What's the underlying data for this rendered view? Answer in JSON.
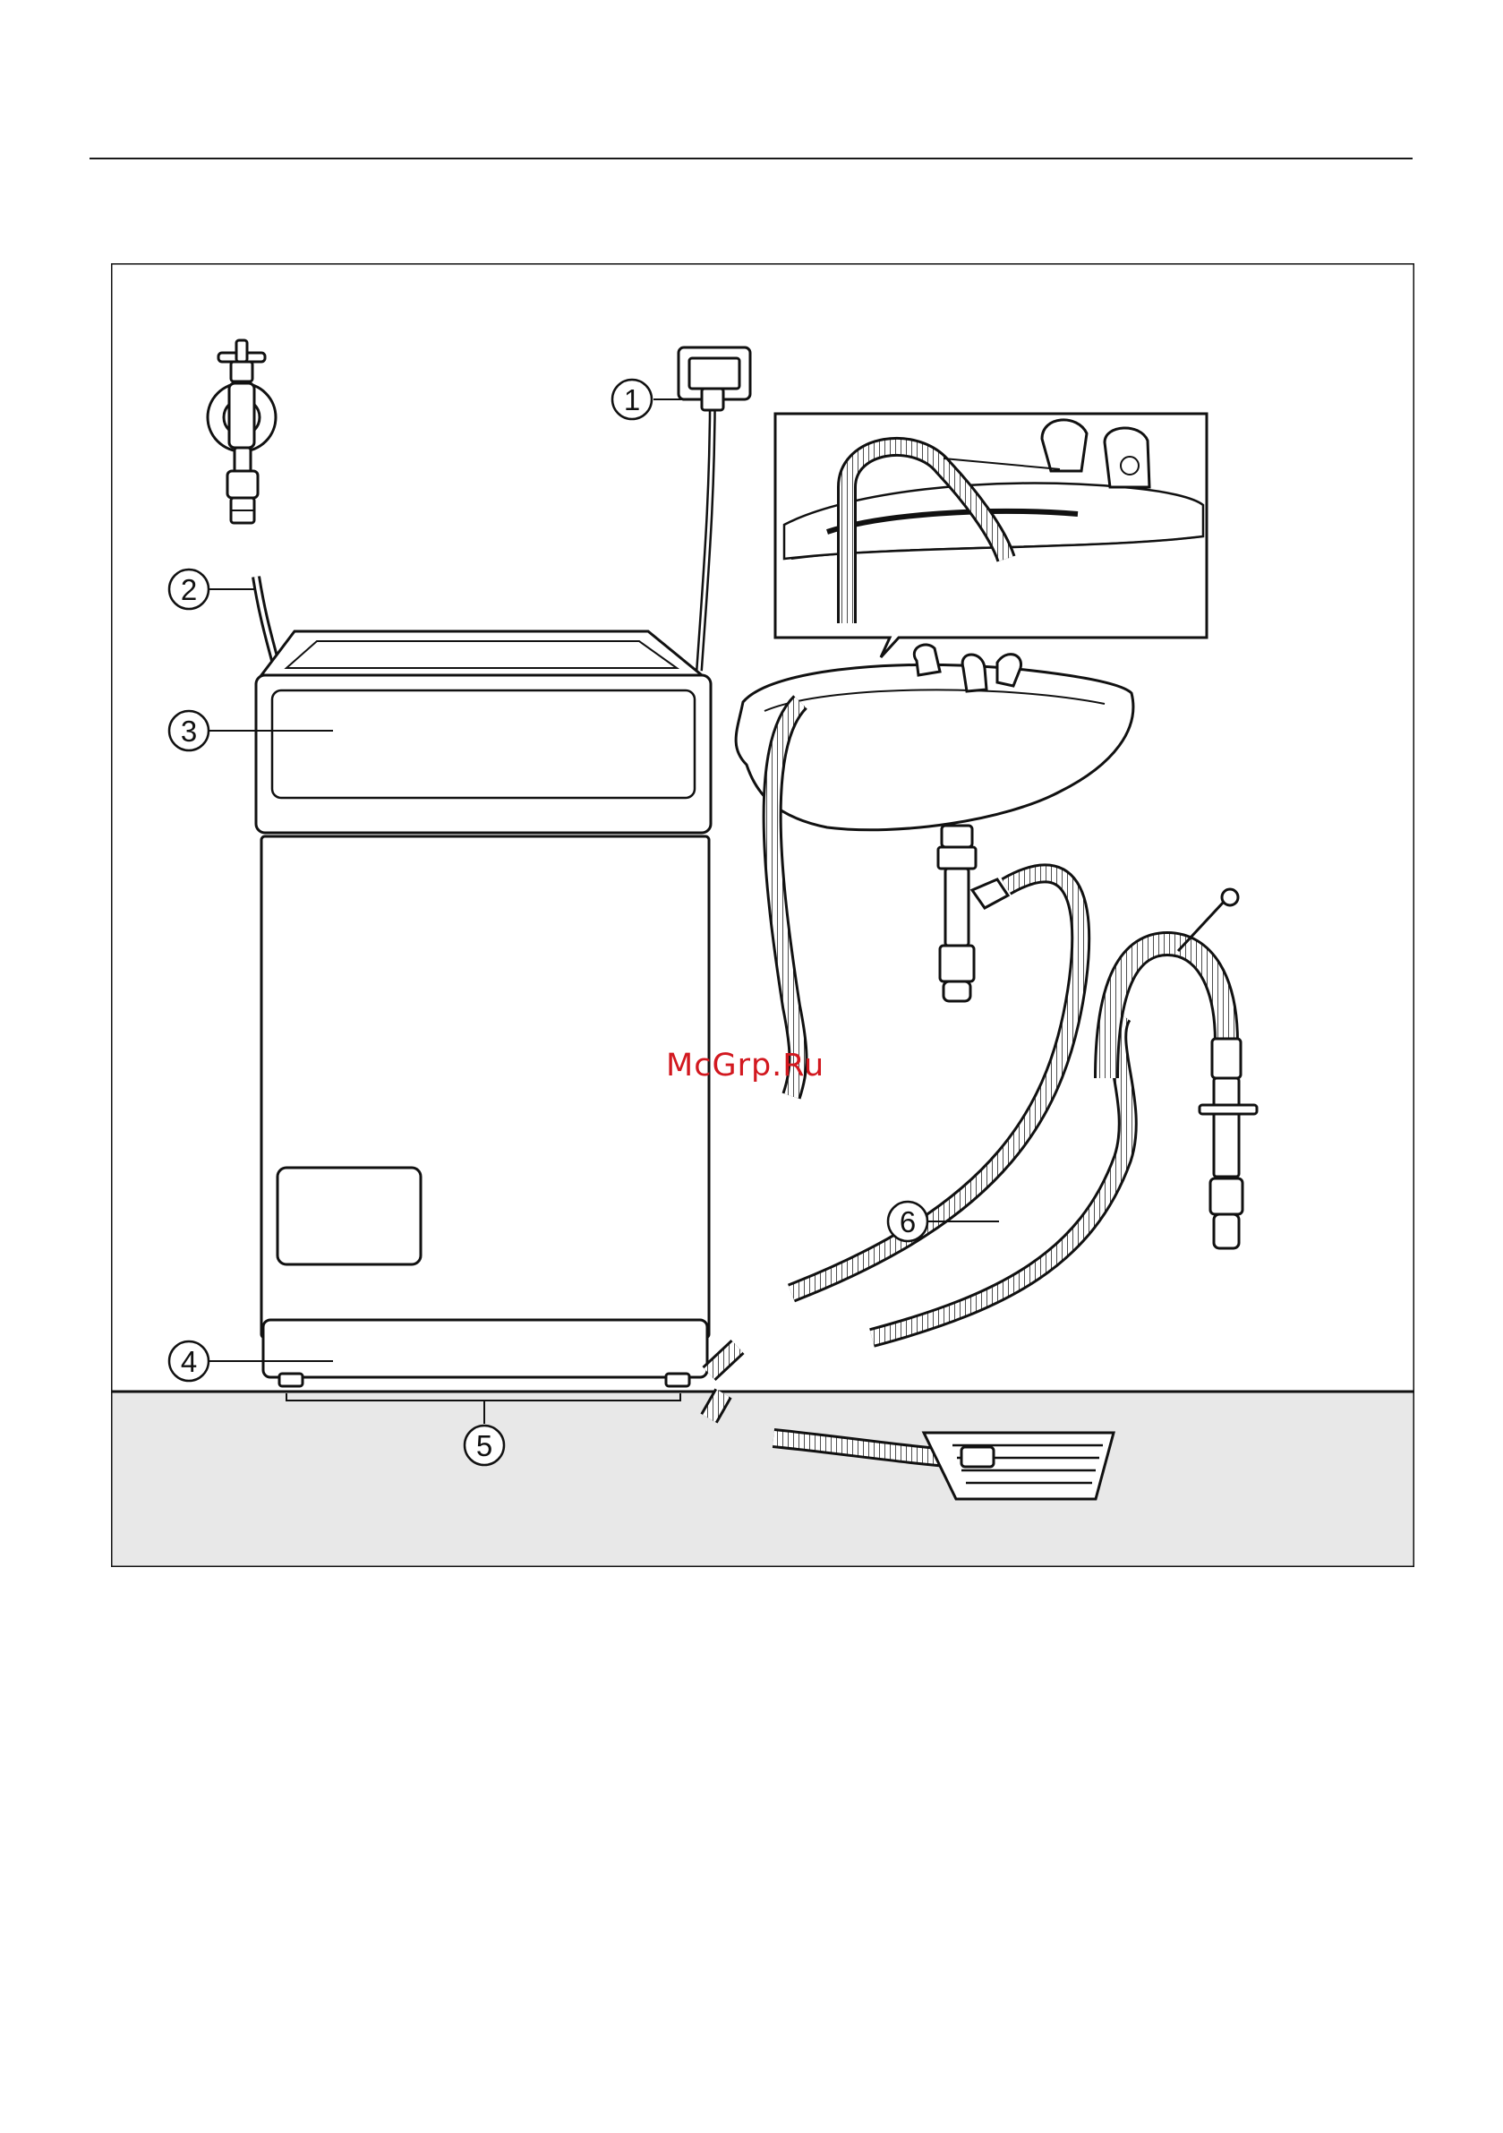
{
  "callouts": {
    "c1": "1",
    "c2": "2",
    "c3": "3",
    "c4": "4",
    "c5": "5",
    "c6": "6"
  },
  "watermark": "McGrp.Ru",
  "colors": {
    "floor": "#e8e8e8",
    "line": "#111111",
    "watermark": "#d2181f"
  }
}
